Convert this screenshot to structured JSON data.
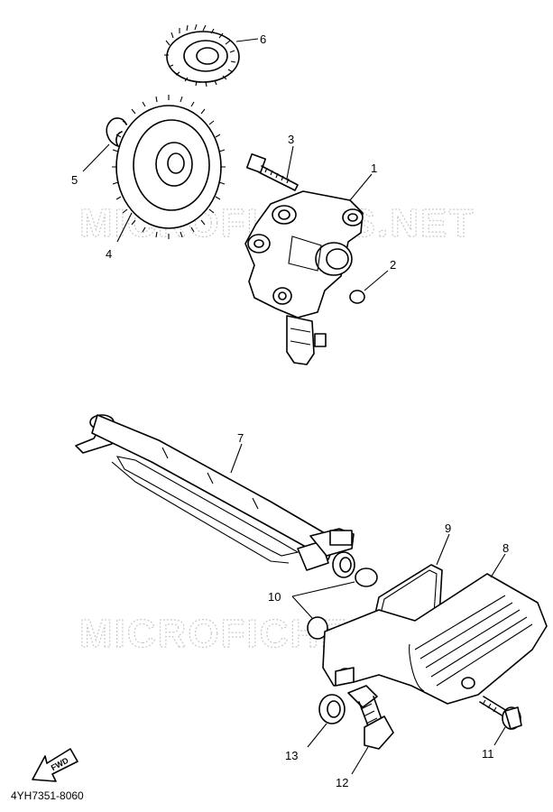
{
  "watermark": "MICROFICHES.NET",
  "diagram_code": "4YH7351-8060",
  "fwd_label": "FWD",
  "callouts": {
    "p1": "1",
    "p2": "2",
    "p3": "3",
    "p4": "4",
    "p5": "5",
    "p6": "6",
    "p7": "7",
    "p8": "8",
    "p9": "9",
    "p10": "10",
    "p11": "11",
    "p12": "12",
    "p13": "13"
  }
}
